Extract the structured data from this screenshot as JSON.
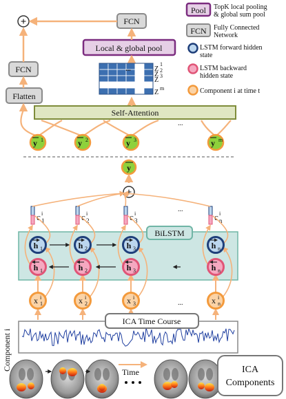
{
  "legend": {
    "pool_badge": "Pool",
    "pool_text_1": "TopK local pooling",
    "pool_text_2": "& global sum pool",
    "fcn_badge": "FCN",
    "fcn_text_1": "Fully Connected",
    "fcn_text_2": "Network",
    "forward_text_1": "LSTM forward hidden",
    "forward_text_2": "state",
    "backward_text_1": "LSTM backward",
    "backward_text_2": "hidden state",
    "component_text": "Component i at time t"
  },
  "blocks": {
    "fcn_top": "FCN",
    "fcn_left": "FCN",
    "flatten": "Flatten",
    "local_global_pool": "Local & global pool",
    "self_attention": "Self-Attention",
    "bilstm": "BiLSTM",
    "ica_time_course": "ICA Time Course",
    "ica_components_1": "ICA",
    "ica_components_2": "Components",
    "component_axis": "Component i",
    "time_label": "Time",
    "plus": "+"
  },
  "matrix": {
    "row_labels": [
      [
        "Z",
        "1"
      ],
      [
        "Z",
        "2"
      ],
      [
        "Z",
        "3"
      ],
      [
        "Z",
        "m"
      ]
    ],
    "ellipsis": "..."
  },
  "y_nodes": [
    {
      "base": "y",
      "sup": "1"
    },
    {
      "base": "y",
      "sup": "2"
    },
    {
      "base": "y",
      "sup": "3"
    },
    {
      "base": "y",
      "sup": "m"
    }
  ],
  "y_mean": {
    "base": "y"
  },
  "c_nodes": [
    {
      "base": "c",
      "sup": "i",
      "sub": "1"
    },
    {
      "base": "c",
      "sup": "i",
      "sub": "2"
    },
    {
      "base": "c",
      "sup": "i",
      "sub": "3"
    },
    {
      "base": "c",
      "sup": "i",
      "sub": "n"
    }
  ],
  "h_forward": [
    {
      "base": "h",
      "sub": "1"
    },
    {
      "base": "h",
      "sub": "2"
    },
    {
      "base": "h",
      "sub": "3"
    },
    {
      "base": "h",
      "sub": "n"
    }
  ],
  "h_backward": [
    {
      "base": "h",
      "sub": "1"
    },
    {
      "base": "h",
      "sub": "2"
    },
    {
      "base": "h",
      "sub": "3"
    },
    {
      "base": "h",
      "sub": "n"
    }
  ],
  "x_nodes": [
    {
      "base": "x",
      "sup": "i",
      "sub": "1"
    },
    {
      "base": "x",
      "sup": "i",
      "sub": "2"
    },
    {
      "base": "x",
      "sup": "i",
      "sub": "3"
    },
    {
      "base": "x",
      "sup": "i",
      "sub": "n"
    }
  ],
  "ellipses": [
    "...",
    "...",
    "...",
    "..."
  ],
  "colors": {
    "arrow": "#f5b27a",
    "node_orange": "#f39a3c",
    "node_green": "#8ed13b",
    "forward_ring": "#1f3f7a",
    "backward_ring": "#e05577",
    "backward_fill": "#f5a8c0",
    "forward_fill": "#bcd6ee",
    "attention_fill": "#dfe6c2",
    "attention_border": "#7e8c3a",
    "bilstm_fill": "#cde6e3",
    "bilstm_border": "#6fb5a5",
    "pool_border": "#7b2c7f",
    "pool_fill": "#e6cfe6",
    "gray_box": "#8a8a8a",
    "matrix_blue": "#3c6fb0"
  }
}
